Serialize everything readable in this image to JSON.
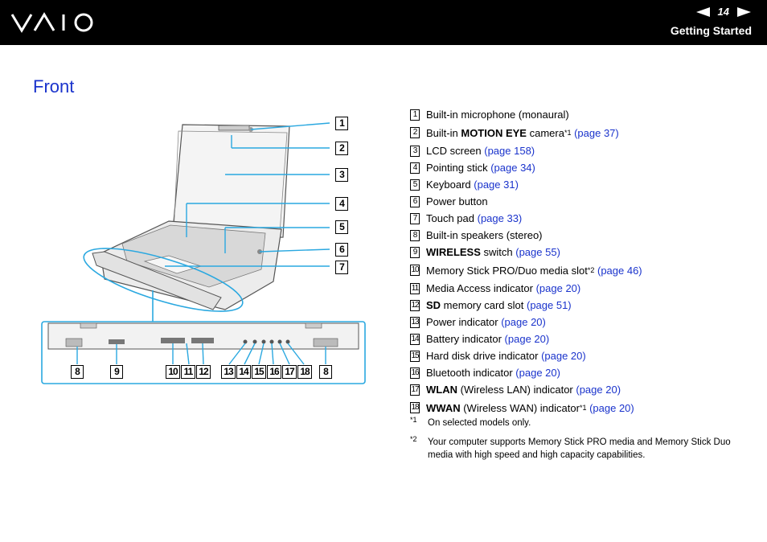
{
  "header": {
    "page_number": "14",
    "section": "Getting Started",
    "logo": "VAIO"
  },
  "title": "Front",
  "items": [
    {
      "n": "1",
      "parts": [
        {
          "t": "Built-in microphone (monaural)"
        }
      ]
    },
    {
      "n": "2",
      "parts": [
        {
          "t": "Built-in "
        },
        {
          "t": "MOTION EYE",
          "b": true
        },
        {
          "t": " camera"
        },
        {
          "t": "*1",
          "sup": true
        },
        {
          "t": " "
        },
        {
          "t": "(page 37)",
          "link": true
        }
      ]
    },
    {
      "n": "3",
      "parts": [
        {
          "t": "LCD screen "
        },
        {
          "t": "(page 158)",
          "link": true
        }
      ]
    },
    {
      "n": "4",
      "parts": [
        {
          "t": "Pointing stick "
        },
        {
          "t": "(page 34)",
          "link": true
        }
      ]
    },
    {
      "n": "5",
      "parts": [
        {
          "t": "Keyboard "
        },
        {
          "t": "(page 31)",
          "link": true
        }
      ]
    },
    {
      "n": "6",
      "parts": [
        {
          "t": "Power button"
        }
      ]
    },
    {
      "n": "7",
      "parts": [
        {
          "t": "Touch pad "
        },
        {
          "t": "(page 33)",
          "link": true
        }
      ]
    },
    {
      "n": "8",
      "parts": [
        {
          "t": "Built-in speakers (stereo)"
        }
      ]
    },
    {
      "n": "9",
      "parts": [
        {
          "t": "WIRELESS",
          "b": true
        },
        {
          "t": " switch "
        },
        {
          "t": "(page 55)",
          "link": true
        }
      ]
    },
    {
      "n": "10",
      "parts": [
        {
          "t": "Memory Stick PRO/Duo media slot"
        },
        {
          "t": "*2",
          "sup": true
        },
        {
          "t": " "
        },
        {
          "t": "(page 46)",
          "link": true
        }
      ]
    },
    {
      "n": "11",
      "parts": [
        {
          "t": "Media Access indicator "
        },
        {
          "t": "(page 20)",
          "link": true
        }
      ]
    },
    {
      "n": "12",
      "parts": [
        {
          "t": "SD",
          "b": true
        },
        {
          "t": " memory card slot "
        },
        {
          "t": "(page 51)",
          "link": true
        }
      ]
    },
    {
      "n": "13",
      "parts": [
        {
          "t": "Power indicator "
        },
        {
          "t": "(page 20)",
          "link": true
        }
      ]
    },
    {
      "n": "14",
      "parts": [
        {
          "t": "Battery indicator "
        },
        {
          "t": "(page 20)",
          "link": true
        }
      ]
    },
    {
      "n": "15",
      "parts": [
        {
          "t": "Hard disk drive indicator "
        },
        {
          "t": "(page 20)",
          "link": true
        }
      ]
    },
    {
      "n": "16",
      "parts": [
        {
          "t": "Bluetooth indicator "
        },
        {
          "t": "(page 20)",
          "link": true
        }
      ]
    },
    {
      "n": "17",
      "parts": [
        {
          "t": "WLAN",
          "b": true
        },
        {
          "t": " (Wireless LAN) indicator "
        },
        {
          "t": "(page 20)",
          "link": true
        }
      ]
    },
    {
      "n": "18",
      "parts": [
        {
          "t": "WWAN",
          "b": true
        },
        {
          "t": " (Wireless WAN) indicator"
        },
        {
          "t": "*1",
          "sup": true
        },
        {
          "t": " "
        },
        {
          "t": "(page 20)",
          "link": true
        }
      ]
    }
  ],
  "footnotes": [
    {
      "mark": "*1",
      "text": "On selected models only."
    },
    {
      "mark": "*2",
      "text": "Your computer supports Memory Stick PRO media and Memory Stick Duo media with high speed and high capacity capabilities."
    }
  ],
  "figure": {
    "top_callouts": [
      "1",
      "2",
      "3",
      "4",
      "5",
      "6",
      "7"
    ],
    "bottom_callouts": [
      "8",
      "9",
      "10",
      "11",
      "12",
      "13",
      "14",
      "15",
      "16",
      "17",
      "18",
      "8"
    ]
  }
}
